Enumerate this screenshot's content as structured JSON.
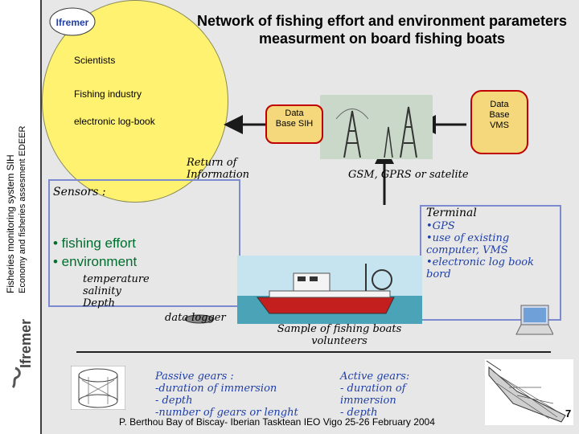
{
  "title": "Network of fishing effort and environment parameters measurment on board fishing boats",
  "sidebar": {
    "line1": "Fisheries monitoring system   SIH",
    "line2": "Economy and fisheries assesment   EDEER",
    "brand": "Ifremer"
  },
  "logo": "Ifremer",
  "ellipse": {
    "scientists": "Scientists",
    "fishing_industry": "Fishing industry",
    "log_book": "electronic log-book"
  },
  "db_sih": {
    "line1": "Data",
    "line2": "Base SIH"
  },
  "db_vms": {
    "line1": "Data",
    "line2": "Base",
    "line3": "VMS"
  },
  "return_info": {
    "line1": "Return of",
    "line2": "Information"
  },
  "gsm": "GSM, GPRS or satelite",
  "sensors": {
    "title": "Sensors :",
    "b1": "• fishing effort",
    "b2": "• environment",
    "p1": "temperature",
    "p2": "salinity",
    "p3": "Depth",
    "logger": "data logger"
  },
  "terminal": {
    "title": "Terminal",
    "l1": "•GPS",
    "l2": "•use of existing",
    "l3": "computer, VMS",
    "l4": "•electronic log book",
    "l5": "bord"
  },
  "sample": {
    "line1": "Sample of fishing boats",
    "line2": "volunteers"
  },
  "passive": {
    "title": "Passive gears :",
    "l1": "-duration of immersion",
    "l2": "- depth",
    "l3": "-number of gears or lenght"
  },
  "active": {
    "title": "Active gears:",
    "l1": "- duration of",
    "l2": "immersion",
    "l3": "- depth"
  },
  "footer": "P. Berthou      Bay of Biscay- Iberian Tasktean IEO Vigo 25-26 February 2004",
  "page_number": "7",
  "colors": {
    "green_text": "#006e2e",
    "blue_text": "#1f3fa8",
    "db_border": "#c00000",
    "ellipse": "#fff271"
  }
}
